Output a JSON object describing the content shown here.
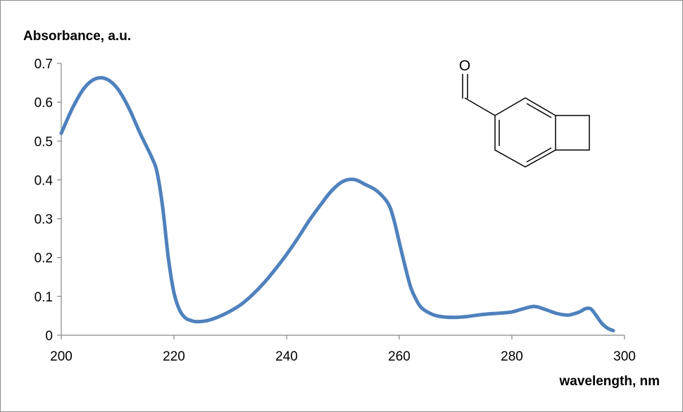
{
  "chart_data": {
    "type": "line",
    "ylabel": "Absorbance, a.u.",
    "xlabel": "wavelength, nm",
    "xlim": [
      200,
      300
    ],
    "ylim": [
      0,
      0.7
    ],
    "x_ticks": [
      200,
      220,
      240,
      260,
      280,
      300
    ],
    "y_ticks": [
      "0",
      "0.1",
      "0.2",
      "0.3",
      "0.4",
      "0.5",
      "0.6",
      "0.7"
    ],
    "grid": false,
    "series": [
      {
        "color": "#4f81bd",
        "x": [
          200,
          202,
          204,
          206,
          208,
          210,
          212,
          214,
          216,
          217,
          218,
          219,
          220,
          221,
          222,
          223,
          224,
          226,
          228,
          230,
          232,
          234,
          236,
          238,
          240,
          242,
          244,
          246,
          248,
          250,
          252,
          254,
          256,
          258,
          259,
          260,
          261,
          262,
          263,
          264,
          266,
          268,
          270,
          272,
          274,
          276,
          278,
          280,
          282,
          284,
          286,
          288,
          290,
          292,
          293,
          294,
          295,
          296,
          297,
          298
        ],
        "y": [
          0.52,
          0.585,
          0.635,
          0.66,
          0.66,
          0.635,
          0.585,
          0.52,
          0.46,
          0.42,
          0.33,
          0.2,
          0.11,
          0.065,
          0.045,
          0.038,
          0.035,
          0.038,
          0.048,
          0.062,
          0.08,
          0.105,
          0.135,
          0.17,
          0.208,
          0.25,
          0.295,
          0.335,
          0.372,
          0.396,
          0.401,
          0.388,
          0.372,
          0.34,
          0.3,
          0.24,
          0.18,
          0.125,
          0.092,
          0.07,
          0.053,
          0.047,
          0.046,
          0.048,
          0.052,
          0.055,
          0.057,
          0.06,
          0.068,
          0.074,
          0.066,
          0.056,
          0.052,
          0.06,
          0.068,
          0.068,
          0.05,
          0.03,
          0.018,
          0.012
        ]
      }
    ]
  },
  "molecule": {
    "oxygen_label": "O"
  }
}
